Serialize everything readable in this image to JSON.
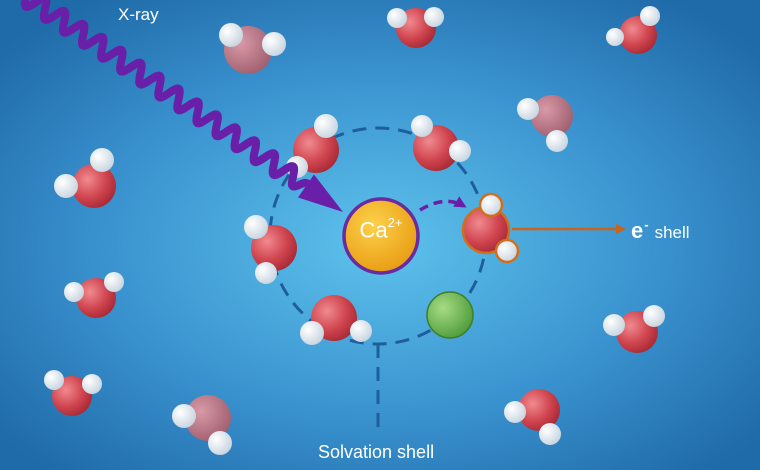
{
  "labels": {
    "xray": "X-ray",
    "solvation_shell": "Solvation shell",
    "electron_symbol": "e",
    "electron_charge": "-",
    "electron_suffix": "shell",
    "ion_symbol": "Ca",
    "ion_charge": "2+"
  },
  "colors": {
    "background_center": "#5ec2ec",
    "background_edge": "#1f6aa8",
    "xray_wave": "#6a1fa8",
    "shell_dash": "#1f5e9c",
    "oxygen": "#c73b47",
    "hydrogen": "#dfe7ee",
    "calcium": "#f0a91e",
    "calcium_ring": "#6a2aa0",
    "green_particle": "#6fbf55",
    "emission_arrow": "#c8641e"
  },
  "icons": [
    "water-molecule-icon",
    "calcium-ion-icon",
    "green-particle-icon",
    "xray-wave-icon"
  ]
}
